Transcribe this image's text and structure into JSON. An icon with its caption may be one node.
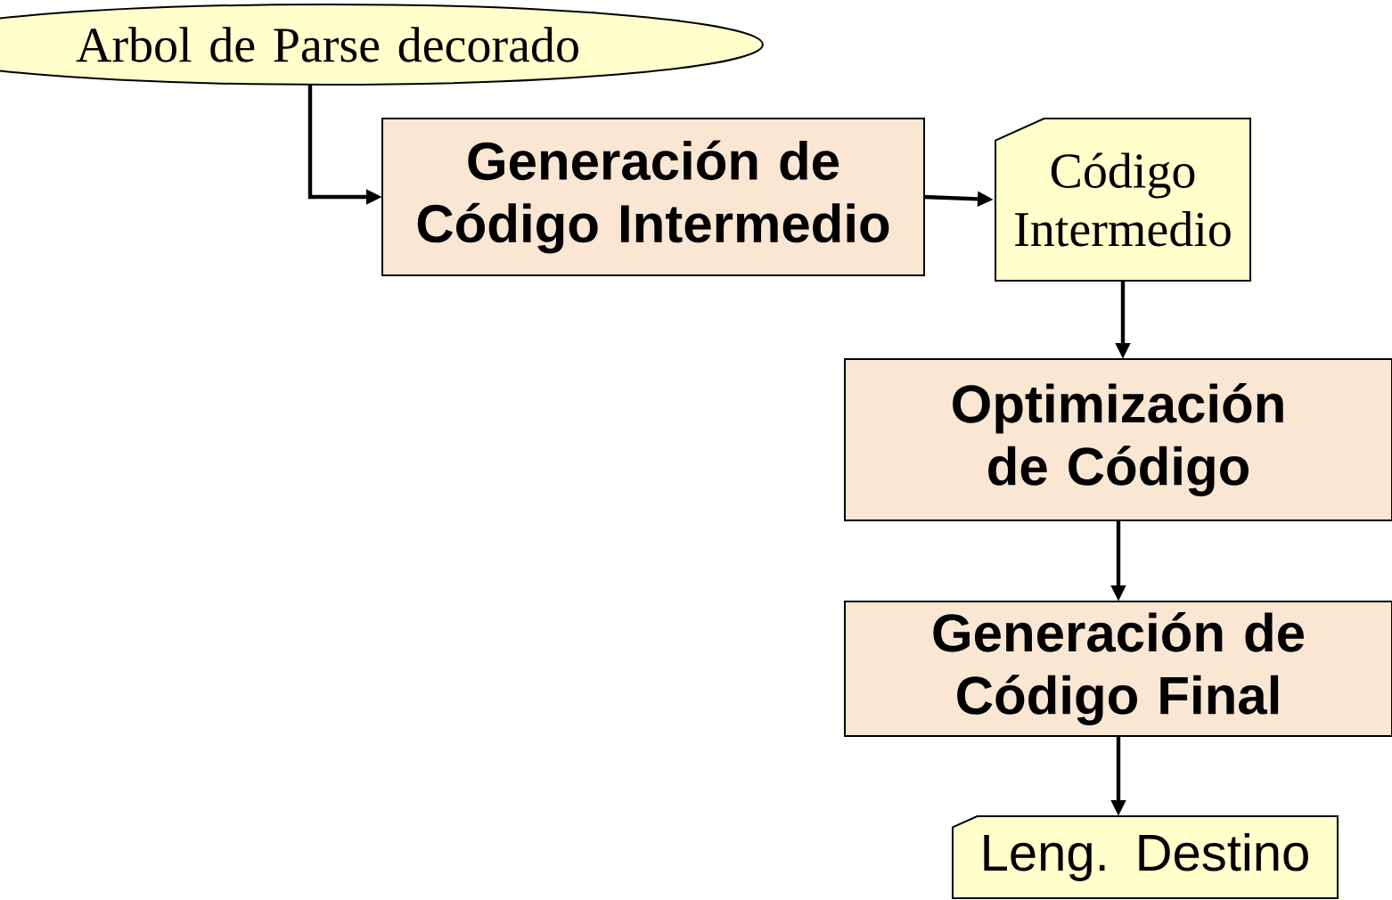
{
  "diagram": {
    "nodes": [
      {
        "text": [
          "Arbol de Parse decorado"
        ]
      },
      {
        "text": [
          "Generación de Código Intermedio"
        ]
      },
      {
        "text": [
          "Código Intermedio"
        ]
      },
      {
        "text": [
          "Optimización de Código"
        ]
      },
      {
        "text": [
          "Generación de Código Final"
        ]
      },
      {
        "text": [
          "Leng. Destino"
        ]
      }
    ],
    "edges": [
      {
        "from": 0,
        "to": 1,
        "arrow": "to"
      },
      {
        "from": 1,
        "to": 2,
        "arrow": "to"
      },
      {
        "from": 2,
        "to": 3,
        "arrow": "to"
      },
      {
        "from": 3,
        "to": 4,
        "arrow": "to"
      },
      {
        "from": 4,
        "to": 5,
        "arrow": "to"
      }
    ]
  }
}
